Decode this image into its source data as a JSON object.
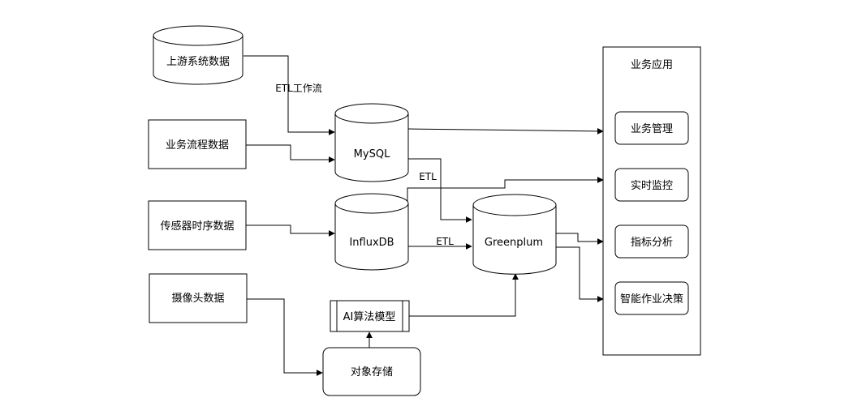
{
  "nodes": {
    "upstream": "上游系统数据",
    "business_flow": "业务流程数据",
    "sensor": "传感器时序数据",
    "camera": "摄像头数据",
    "mysql": "MySQL",
    "influxdb": "InfluxDB",
    "greenplum": "Greenplum",
    "ai_model": "AI算法模型",
    "object_storage": "对象存储",
    "app_container": "业务应用",
    "app_business_mgmt": "业务管理",
    "app_realtime_monitor": "实时监控",
    "app_metric_analysis": "指标分析",
    "app_smart_decision": "智能作业决策"
  },
  "edge_labels": {
    "etl_workflow": "ETL工作流",
    "etl_mysql_gp": "ETL",
    "etl_influx_gp": "ETL"
  }
}
